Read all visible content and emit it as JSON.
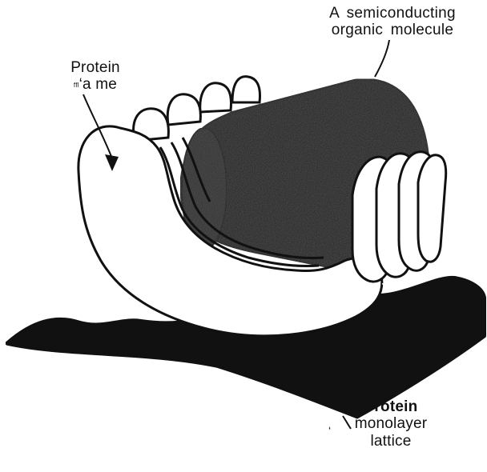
{
  "labels": {
    "molecule": {
      "line1": "A  semiconducting",
      "line2": "organic  molecule"
    },
    "frame": {
      "line1": "Protein",
      "line2_prefix": "ffl",
      "line2_rest": "‘a me"
    },
    "lattice": {
      "line1": "Protein",
      "line2": "monolayer",
      "line3": "lattice",
      "tick_mark": "‘"
    }
  },
  "colors": {
    "ink": "#111111",
    "background": "#ffffff",
    "molecule_fill": "#1a1a1a"
  }
}
